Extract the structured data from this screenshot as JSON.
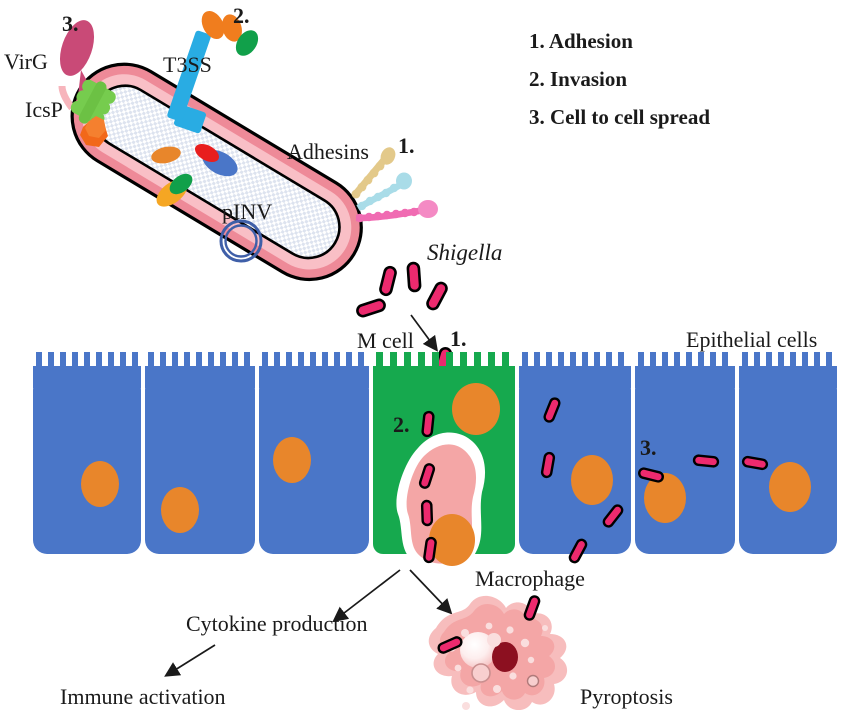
{
  "figure": {
    "title": "Shigella pathogenesis diagram",
    "legend": {
      "items": [
        {
          "num": "1.",
          "label": "1. Adhesion"
        },
        {
          "num": "2.",
          "label": "2. Invasion"
        },
        {
          "num": "3.",
          "label": "3. Cell to cell spread"
        }
      ]
    },
    "bacterium_labels": {
      "step3": "3.",
      "virg": "VirG",
      "icsp": "IcsP",
      "t3ss": "T3SS",
      "step2": "2.",
      "adhesins": "Adhesins",
      "step1": "1.",
      "pinv": "pINV"
    },
    "tissue_labels": {
      "shigella": "Shigella",
      "mcell": "M cell",
      "step1_adhesion": "1.",
      "step2_invasion": "2.",
      "step3_spread": "3.",
      "epithelial": "Epithelial cells",
      "macrophage": "Macrophage"
    },
    "outcome_labels": {
      "cytokine": "Cytokine production",
      "immune": "Immune activation",
      "pyroptosis": "Pyroptosis"
    },
    "colors": {
      "bacteria_body": "#ec2a6e",
      "membrane_pink": "#f7b5bc",
      "membrane_deep": "#ee8a98",
      "epithelial_blue": "#4a76c8",
      "mcell_green": "#16a94e",
      "nucleus_orange": "#e8862b",
      "macrophage_pink": "#f4a6a6",
      "macrophage_nucleus": "#8c1020",
      "t3ss_blue": "#29ace3",
      "virg_maroon": "#c94a77",
      "icsp_orange": "#f2681a",
      "ring_green": "#76cc4e",
      "plasmid_blue": "#3f5fa8",
      "adhesin_tan": "#e3c98a",
      "adhesin_cyan": "#a9dce8",
      "adhesin_pink": "#f06bb2",
      "text": "#1a1a1a"
    }
  }
}
